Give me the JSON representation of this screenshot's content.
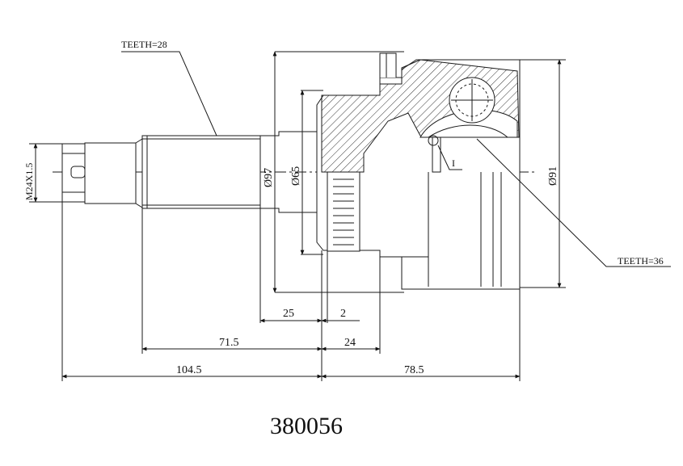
{
  "part_number": "380056",
  "callouts": {
    "teeth_outer": "TEETH=28",
    "teeth_inner": "TEETH=36",
    "thread": "M24X1.5",
    "section_mark": "I"
  },
  "diameters": {
    "d97": "Ø97",
    "d65": "Ø65",
    "d91": "Ø91"
  },
  "dimensions": {
    "d25": "25",
    "d2": "2",
    "d71_5": "71.5",
    "d24": "24",
    "d104_5": "104.5",
    "d78_5": "78.5"
  },
  "colors": {
    "line": "#1a1a1a",
    "hatch": "#333333",
    "background": "#ffffff"
  }
}
